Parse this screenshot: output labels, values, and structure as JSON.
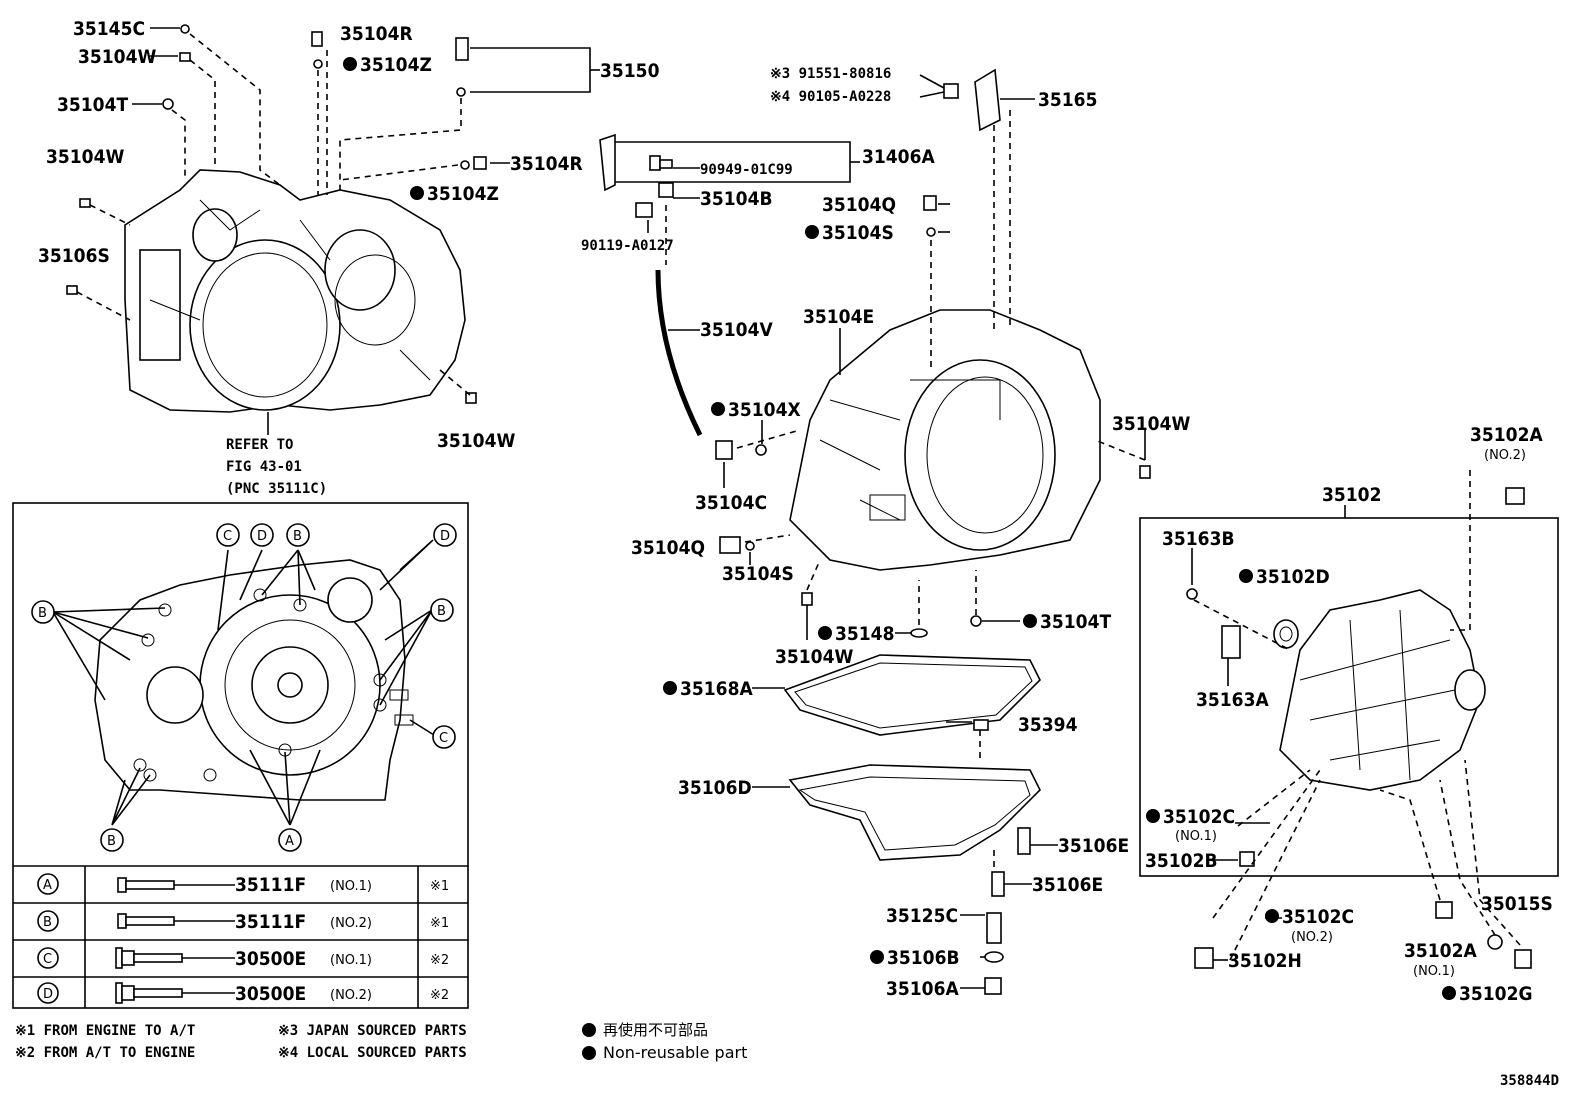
{
  "labels": {
    "l35145C": "35145C",
    "l35104W_1": "35104W",
    "l35104T_1": "35104T",
    "l35104W_2": "35104W",
    "l35106S": "35106S",
    "l35104R_1": "35104R",
    "l35104Z_1": "35104Z",
    "l35150": "35150",
    "l35104R_2": "35104R",
    "l35104Z_2": "35104Z",
    "l35104W_3": "35104W",
    "refer1": "REFER TO",
    "refer2": "FIG 43-01",
    "refer3": "(PNC 35111C)",
    "n3": "※3 91551-80816",
    "n4": "※4 90105-A0228",
    "l35165": "35165",
    "l31406A": "31406A",
    "l90949": "90949-01C99",
    "l35104B": "35104B",
    "l90119": "90119-A0127",
    "l35104Q_1": "35104Q",
    "l35104S_1": "35104S",
    "l35104V": "35104V",
    "l35104E": "35104E",
    "l35104X": "35104X",
    "l35104C": "35104C",
    "l35104Q_2": "35104Q",
    "l35104S_2": "35104S",
    "l35104W_4": "35104W",
    "l35148": "35148",
    "l35104W_5": "35104W",
    "l35104T_2": "35104T",
    "l35168A": "35168A",
    "l35394": "35394",
    "l35106D": "35106D",
    "l35106E_1": "35106E",
    "l35106E_2": "35106E",
    "l35125C": "35125C",
    "l35106B": "35106B",
    "l35106A": "35106A",
    "l35102A_top": "35102A",
    "no2_top": "(NO.2)",
    "l35102": "35102",
    "l35163B": "35163B",
    "l35102D": "35102D",
    "l35163A": "35163A",
    "l35102C_1": "35102C",
    "no1_c": "(NO.1)",
    "l35102B": "35102B",
    "l35102C_2": "35102C",
    "no2_c": "(NO.2)",
    "l35102H": "35102H",
    "l35102A_bot": "35102A",
    "no1_a": "(NO.1)",
    "l35015S": "35015S",
    "l35102G": "35102G",
    "fig_id": "358844D"
  },
  "callouts": {
    "a": "A",
    "b": "B",
    "c": "C",
    "d": "D"
  },
  "table": [
    {
      "key": "A",
      "part": "35111F",
      "no": "(NO.1)",
      "note": "※1"
    },
    {
      "key": "B",
      "part": "35111F",
      "no": "(NO.2)",
      "note": "※1"
    },
    {
      "key": "C",
      "part": "30500E",
      "no": "(NO.1)",
      "note": "※2"
    },
    {
      "key": "D",
      "part": "30500E",
      "no": "(NO.2)",
      "note": "※2"
    }
  ],
  "footnotes": {
    "f1": "※1 FROM ENGINE TO A/T",
    "f2": "※2 FROM A/T TO ENGINE",
    "f3": "※3 JAPAN SOURCED PARTS",
    "f4": "※4 LOCAL SOURCED PARTS",
    "f5": "再使用不可部品",
    "f6": "Non-reusable part"
  }
}
